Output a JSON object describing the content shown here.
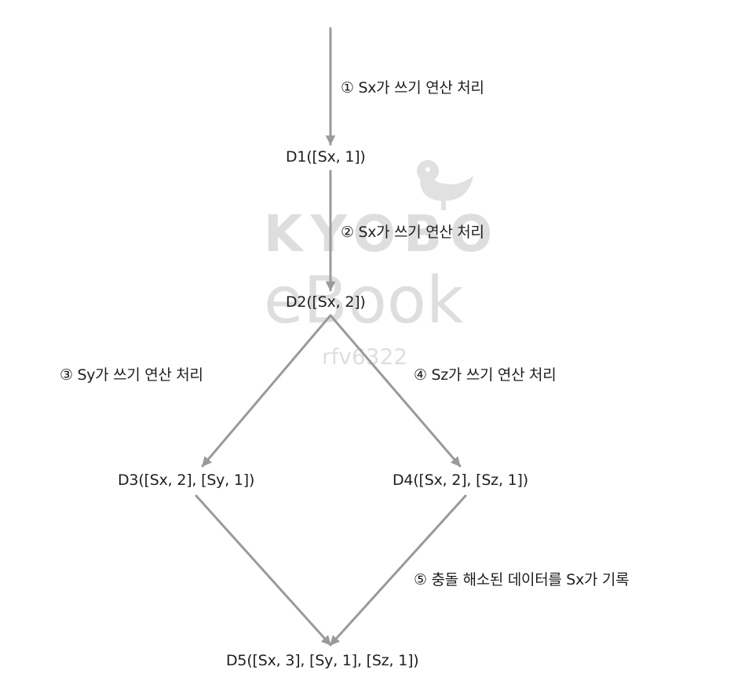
{
  "watermark": {
    "brand": "KYOBO",
    "product": "eBook",
    "user": "rfv6322",
    "mascot": "bird-logo"
  },
  "nodes": {
    "d1": "D1([Sx, 1])",
    "d2": "D2([Sx, 2])",
    "d3": "D3([Sx, 2], [Sy, 1])",
    "d4": "D4([Sx, 2], [Sz, 1])",
    "d5": "D5([Sx, 3], [Sy, 1], [Sz, 1])"
  },
  "steps": {
    "s1": "① Sx가 쓰기 연산 처리",
    "s2": "② Sx가 쓰기 연산 처리",
    "s3": "③ Sy가 쓰기 연산 처리",
    "s4": "④ Sz가 쓰기 연산 처리",
    "s5": "⑤ 충돌 해소된 데이터를 Sx가 기록"
  },
  "colors": {
    "arrow": "#9a9a9a",
    "text": "#1e1e1e",
    "watermark": "#c4c4c4"
  }
}
